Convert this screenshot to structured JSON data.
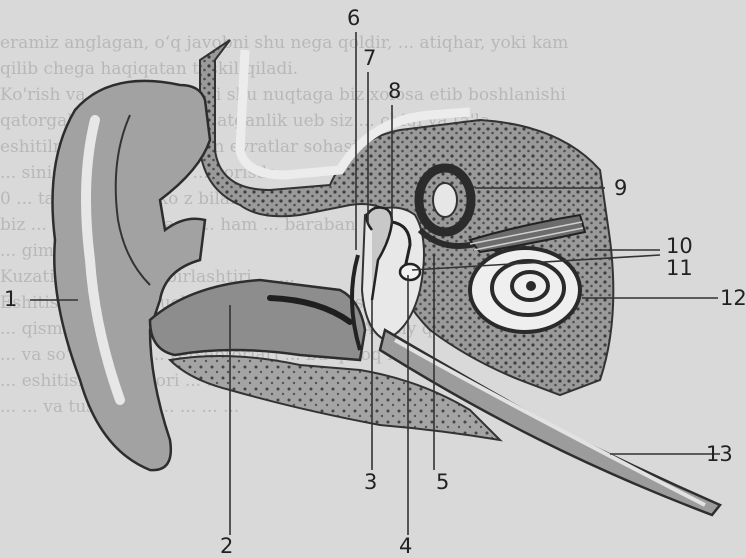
{
  "background_text_lines": [
    "eramiz anglagan, oʻq javobni shu nega qoldir, ... atiqhar, yoki kam",
    "qilib chega haqiqatan taskil qiladi.",
    "Ko'rish va eshitish. Ko'zni shu nuqtaga biz xolosa etib boshlanishi",
    "qatorgal yig muhim ko rsatganlik ueb siz ... chiqi va ta'la",
    "eshitilmas osonlang ... jon eyratlar sohasi .. ... raqamli",
    "... sini ... va qaytalash ... vorisda",
    "0 ... ta'siri ... ning ko z bilan ko rish deyiladi",
    "biz ... nima ... ko plasa ... ham ... baraban",
    "... gimizga eg",
    "Kuzatish ... ... ... ... birlashtiri ... ...",
    "Eshitish organlari uch qismdan iborat; tashqi, o'rta va ichki",
    "... qismlar ... ... ... ... ... ... va kasb bo ladi. Asosiy qismiday",
    "... va so'lak ... va ... retseptorlari ... bu quloq ichi",
    "... eshitish retseptori ... ... baland",
    "... ... va tushunish ... ... ... ..."
  ],
  "labels": [
    "1",
    "2",
    "3",
    "4",
    "5",
    "6",
    "7",
    "8",
    "9",
    "10",
    "11",
    "12",
    "13"
  ]
}
